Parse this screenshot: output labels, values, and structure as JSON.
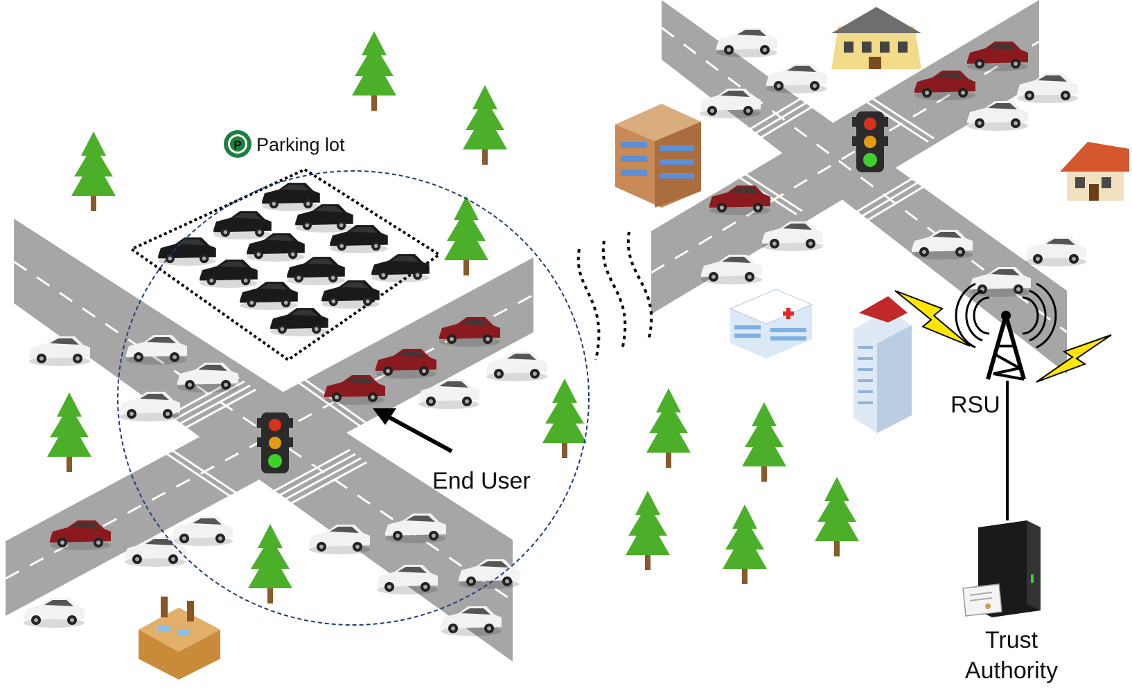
{
  "labels": {
    "parking_lot": "Parking lot",
    "end_user": "End User",
    "rsu": "RSU",
    "trust_authority_line1": "Trust",
    "trust_authority_line2": "Authority",
    "parking_icon_letter": "P"
  },
  "colors": {
    "road": "#a6a6a6",
    "lane_marking": "#ffffff",
    "tree_foliage": "#4caf2a",
    "tree_trunk": "#8b5a2b",
    "car_white": "#f2f2f2",
    "car_red": "#8b1a1f",
    "car_black": "#1a1a1a",
    "signal_red": "#d8321e",
    "signal_amber": "#e39b12",
    "signal_green": "#3fd12b",
    "lightning": "#ffe600",
    "coverage_circle": "#1f3a7a",
    "parking_badge": "#1e7f3f"
  },
  "icons": [
    "traffic-light-icon",
    "tree-icon",
    "car-icon",
    "parking-icon",
    "rsu-tower-icon",
    "server-icon",
    "certificate-icon",
    "lightning-icon",
    "house-icon",
    "office-building-icon",
    "hospital-icon",
    "skyscraper-icon",
    "factory-icon"
  ]
}
